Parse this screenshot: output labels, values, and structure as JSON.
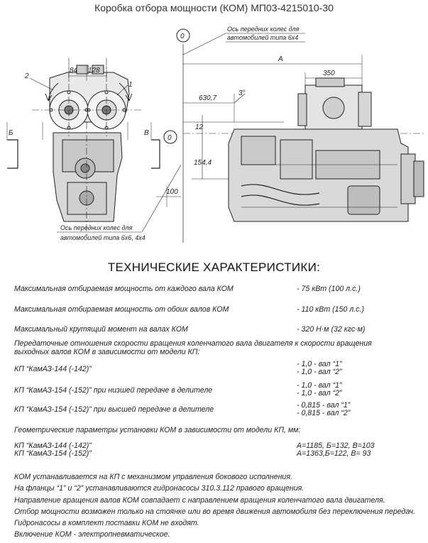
{
  "header": {
    "title": "Коробка отбора мощности (КОМ) МП03-4215010-30"
  },
  "drawing": {
    "dim_84": "84",
    "dim_128": "128",
    "label_2": "2",
    "label_1": "1",
    "label_b": "Б",
    "label_v": "В",
    "dim_100": "100",
    "dim_350": "350",
    "dim_630": "630,7",
    "dim_3deg": "3°",
    "dim_12": "12",
    "dim_154": "154,4",
    "zero_top": "0",
    "zero_mid": "0",
    "dim_a": "А",
    "axis_top_l1": "Ось передних колес для",
    "axis_top_l2": "автомобилей типа 6х4",
    "axis_bottom_l1": "Ось передних колес для",
    "axis_bottom_l2": "автомобилей типа 6х6, 4х4"
  },
  "specs": {
    "heading": "ТЕХНИЧЕСКИЕ ХАРАКТЕРИСТИКИ:",
    "power_each_label": "Максимальная отбираемая мощность от каждого вала КОМ",
    "power_each_value": "-  75 кВт (100 л.с.)",
    "power_both_label": "Максимальная отбираемая мощность от обоих валов КОМ",
    "power_both_value": "- 110 кВт (150 л.с.)",
    "torque_label": "Максимальный крутящий момент на валах КОМ",
    "torque_value": "- 320 Н·м (32 кгс·м)",
    "ratio_intro_1": "Передаточные отношения скорости вращения коленчатого вала двигателя к скорости вращения",
    "ratio_intro_2": "выходных валов КОМ в зависимости от модели КП:",
    "ratios": [
      {
        "model": "КП “КамАЗ-144 (-142)”",
        "line1": "- 1,0    - вал “1”",
        "line2": "- 1,0    - вал “2”"
      },
      {
        "model": "КП “КамАЗ-154 (-152)” при низшей передаче в делителе",
        "line1": "- 1,0     - вал “1”",
        "line2": "- 1,0     - вал “2”"
      },
      {
        "model": "КП “КамАЗ-154 (-152)” при  высшей передаче в делителе",
        "line1": "- 0,815 - вал “1”",
        "line2": "- 0,815 - вал “2”"
      }
    ],
    "geom_intro": "Геометрические параметры установки КОМ в зависимости от модели КП, мм:",
    "geom": [
      {
        "model": "КП “КамАЗ-144 (-142)”",
        "value": "А=1185, Б=132, В=103"
      },
      {
        "model": "КП “КамАЗ-154 (-152)”",
        "value": "А=1363,Б=122,  В= 93"
      }
    ]
  },
  "notes": [
    "КОМ устанавливается на КП  с механизмом управления бокового исполнения.",
    "На фланцы “1” и “2” устанавливаются гидронасосы  310.3.112 правого вращения.",
    "Направление вращения валов  КОМ совпадает с направлением вращения коленчатого вала двигателя.",
    "Отбор мощности возможен только на стоянке или во время движения автомобиля без переключения передач.",
    " Гидронасосы в комплект поставки  КОМ  не входят.",
    "Включение КОМ - электропневматическое."
  ]
}
